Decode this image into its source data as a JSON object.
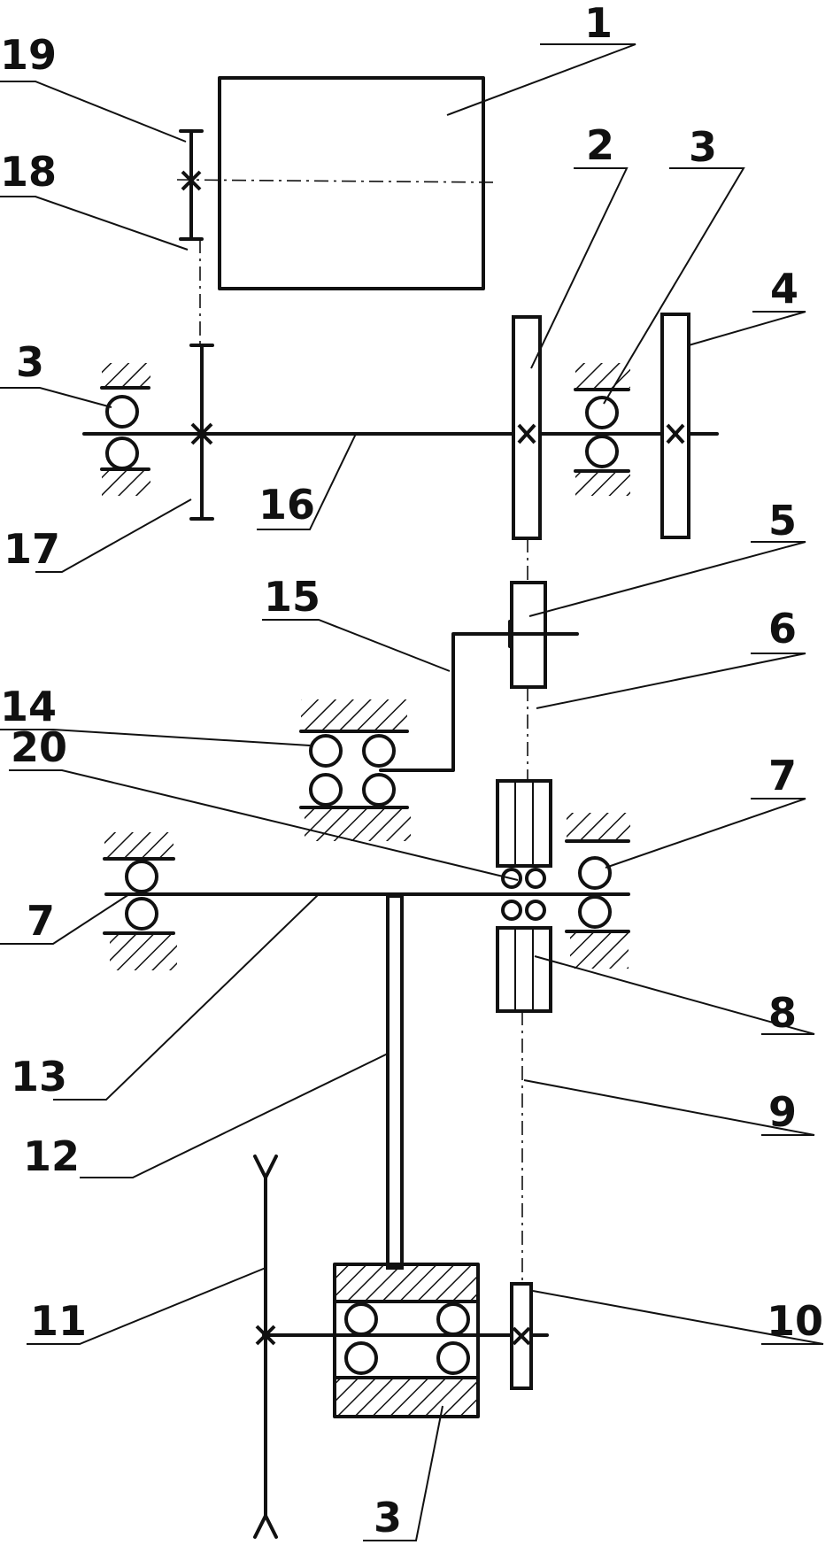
{
  "labels": {
    "l1": "1",
    "l2": "2",
    "l3a": "3",
    "l3b": "3",
    "l3c": "3",
    "l4": "4",
    "l5": "5",
    "l6": "6",
    "l7a": "7",
    "l7b": "7",
    "l8": "8",
    "l9": "9",
    "l10": "10",
    "l11": "11",
    "l12": "12",
    "l13": "13",
    "l14": "14",
    "l15": "15",
    "l16": "16",
    "l17": "17",
    "l18": "18",
    "l19": "19",
    "l20": "20"
  }
}
